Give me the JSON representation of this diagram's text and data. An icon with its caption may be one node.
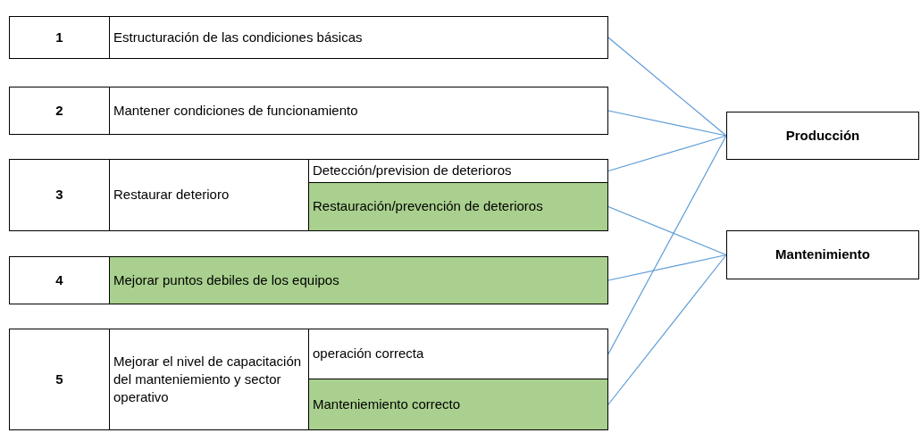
{
  "diagram": {
    "nodes": [
      {
        "text": [
          "1"
        ]
      },
      {
        "text": [
          "Estructuración de las condiciones básicas"
        ]
      },
      {
        "text": [
          "2"
        ]
      },
      {
        "text": [
          "Mantener condiciones de funcionamiento"
        ]
      },
      {
        "text": [
          "3"
        ]
      },
      {
        "text": [
          "Restaurar deterioro"
        ]
      },
      {
        "text": [
          "Detección/prevision de deterioros"
        ]
      },
      {
        "text": [
          "Restauración/prevención de deterioros"
        ]
      },
      {
        "text": [
          "4"
        ]
      },
      {
        "text": [
          "Mejorar puntos debiles de los equipos"
        ]
      },
      {
        "text": [
          "5"
        ]
      },
      {
        "text": [
          "Mejorar el nivel de capacitación del manteniemiento y sector operativo"
        ]
      },
      {
        "text": [
          "operación correcta"
        ]
      },
      {
        "text": [
          "Manteniemiento correcto"
        ]
      },
      {
        "text": [
          "Producción"
        ]
      },
      {
        "text": [
          "Mantenimiento"
        ]
      }
    ],
    "edges": [
      {
        "from": 1,
        "to": 14,
        "arrow": "none"
      },
      {
        "from": 3,
        "to": 14,
        "arrow": "none"
      },
      {
        "from": 6,
        "to": 14,
        "arrow": "none"
      },
      {
        "from": 7,
        "to": 15,
        "arrow": "none"
      },
      {
        "from": 9,
        "to": 15,
        "arrow": "none"
      },
      {
        "from": 12,
        "to": 14,
        "arrow": "none"
      },
      {
        "from": 13,
        "to": 15,
        "arrow": "none"
      }
    ]
  }
}
